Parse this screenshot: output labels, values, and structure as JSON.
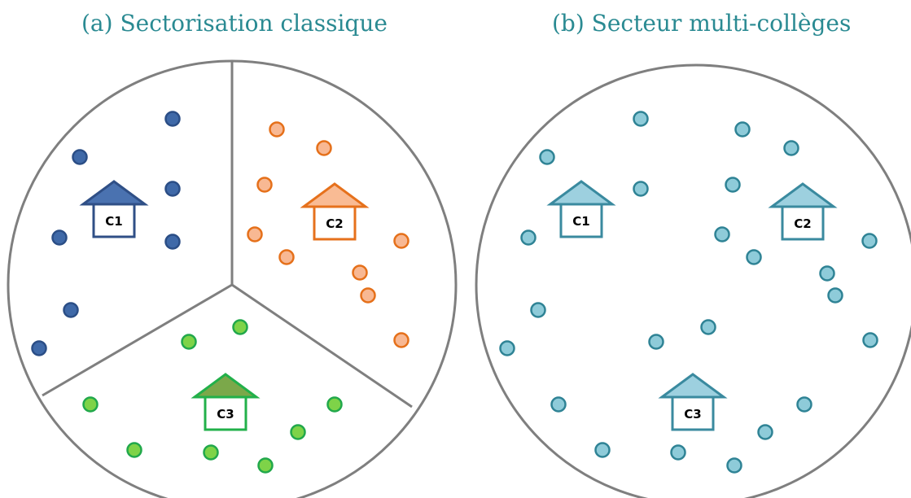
{
  "panels": [
    {
      "title": "(a) Sectorisation classique",
      "houses": [
        {
          "label": "C1",
          "sector": "north-west"
        },
        {
          "label": "C2",
          "sector": "east"
        },
        {
          "label": "C3",
          "sector": "south"
        }
      ]
    },
    {
      "title": "(b) Secteur multi-collèges",
      "houses": [
        {
          "label": "C1"
        },
        {
          "label": "C2"
        },
        {
          "label": "C3"
        }
      ]
    }
  ],
  "colors": {
    "circle_stroke": "#7f7f7f",
    "c1_fill": "#4a72b0",
    "c1_stroke": "#2f4f86",
    "c2_fill": "#f9bb94",
    "c2_stroke": "#e6711c",
    "c3_fill": "#7ba84a",
    "c3_stroke": "#22b04a",
    "dot_c1": "#3f69a8",
    "dot_c1_stroke": "#2b4e86",
    "dot_c2": "#f8b893",
    "dot_c2_stroke": "#e5701a",
    "dot_c3": "#7ed348",
    "dot_c3_stroke": "#21a84b",
    "dot_multi": "#8ecbd9",
    "dot_multi_stroke": "#2f8395",
    "house_multi_fill": "#9dd0df",
    "house_multi_stroke": "#3a8a9f",
    "title": "#2a8a92"
  }
}
